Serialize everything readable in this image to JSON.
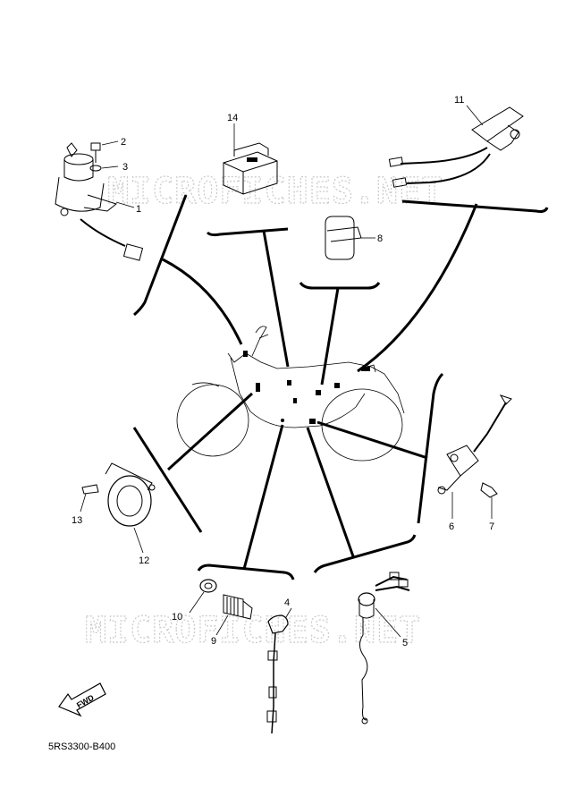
{
  "diagram": {
    "code": "5RS3300-B400",
    "watermark": "MICROFICHES.NET",
    "fwd_label": "FWD"
  },
  "callouts": [
    {
      "id": "c1",
      "text": "1"
    },
    {
      "id": "c2",
      "text": "2"
    },
    {
      "id": "c3",
      "text": "3"
    },
    {
      "id": "c4",
      "text": "4"
    },
    {
      "id": "c5",
      "text": "5"
    },
    {
      "id": "c6",
      "text": "6"
    },
    {
      "id": "c7",
      "text": "7"
    },
    {
      "id": "c8",
      "text": "8"
    },
    {
      "id": "c9",
      "text": "9"
    },
    {
      "id": "c10",
      "text": "10"
    },
    {
      "id": "c11",
      "text": "11"
    },
    {
      "id": "c12",
      "text": "12"
    },
    {
      "id": "c13",
      "text": "13"
    },
    {
      "id": "c14",
      "text": "14"
    }
  ]
}
